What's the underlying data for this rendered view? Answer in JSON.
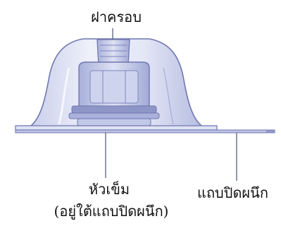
{
  "labels": {
    "cap": "ฝาครอบ",
    "needle": "หัวเข็ม",
    "needle_note": "(อยู่ใต้แถบปิดผนึก)",
    "seal_tab": "แถบปิดผนึก"
  },
  "colors": {
    "outline": "#6f76b0",
    "fill_light": "#dfe3f3",
    "fill_mid": "#bcc3e3",
    "fill_dark": "#8d96c6",
    "leader": "#5a6080",
    "text": "#111111"
  }
}
